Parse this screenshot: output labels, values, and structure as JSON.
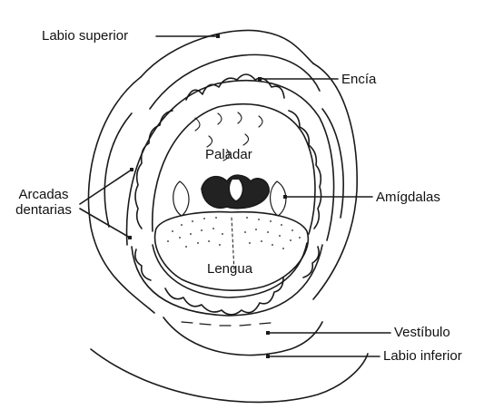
{
  "labels": {
    "upper_lip": "Labio superior",
    "gum": "Encía",
    "dental_arches_line1": "Arcadas",
    "dental_arches_line2": "dentarias",
    "tonsils": "Amígdalas",
    "palate": "Paladar",
    "tongue": "Lengua",
    "vestibule": "Vestíbulo",
    "lower_lip": "Labio inferior"
  },
  "colors": {
    "ink": "#1a1a1a",
    "background": "#ffffff",
    "throat": "#222222"
  }
}
